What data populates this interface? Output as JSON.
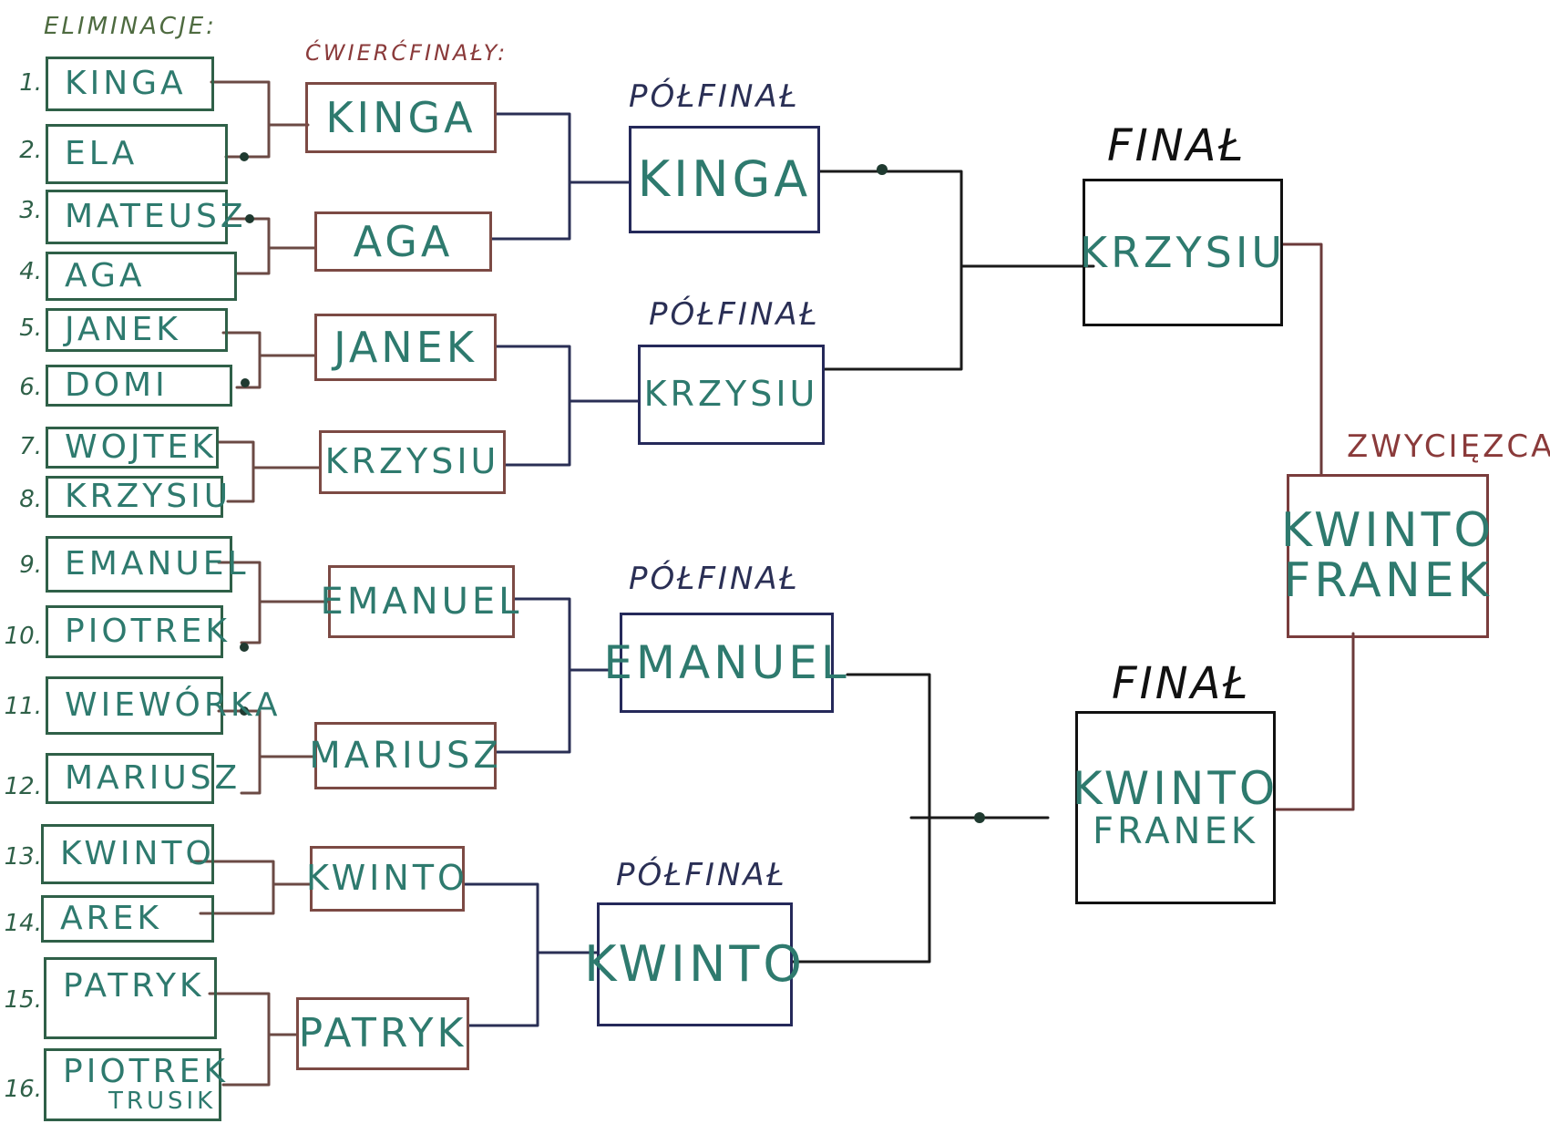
{
  "headers": {
    "eliminations": "ELIMINACJE:",
    "quarterfinals": "ĆWIERĆFINAŁY:",
    "semifinal_1": "PÓŁFINAŁ",
    "semifinal_2": "PÓŁFINAŁ",
    "semifinal_3": "PÓŁFINAŁ",
    "semifinal_4": "PÓŁFINAŁ",
    "final_1": "FINAŁ",
    "final_2": "FINAŁ",
    "winner": "ZWYCIĘZCA"
  },
  "eliminations": [
    {
      "num": "1.",
      "name": "KINGA"
    },
    {
      "num": "2.",
      "name": "ELA"
    },
    {
      "num": "3.",
      "name": "MATEUSZ"
    },
    {
      "num": "4.",
      "name": "AGA"
    },
    {
      "num": "5.",
      "name": "JANEK"
    },
    {
      "num": "6.",
      "name": "DOMI"
    },
    {
      "num": "7.",
      "name": "WOJTEK"
    },
    {
      "num": "8.",
      "name": "KRZYSIU"
    },
    {
      "num": "9.",
      "name": "EMANUEL"
    },
    {
      "num": "10.",
      "name": "PIOTREK"
    },
    {
      "num": "11.",
      "name": "WIEWÓRKA"
    },
    {
      "num": "12.",
      "name": "MARIUSZ"
    },
    {
      "num": "13.",
      "name": "KWINTO"
    },
    {
      "num": "14.",
      "name": "AREK"
    },
    {
      "num": "15.",
      "name": "PATRYK"
    },
    {
      "num": "16.",
      "name": "PIOTREK",
      "name2": "TRUSIK"
    }
  ],
  "quarterfinals": [
    "KINGA",
    "AGA",
    "JANEK",
    "KRZYSIU",
    "EMANUEL",
    "MARIUSZ",
    "KWINTO",
    "PATRYK"
  ],
  "semifinals": [
    "KINGA",
    "KRZYSIU",
    "EMANUEL",
    "KWINTO"
  ],
  "finals": [
    {
      "line1": "KRZYSIU",
      "line2": ""
    },
    {
      "line1": "KWINTO",
      "line2": "FRANEK"
    }
  ],
  "winner": {
    "line1": "KWINTO",
    "line2": "FRANEK"
  },
  "colors": {
    "elim_border": "#2f6048",
    "quarter_border": "#7c4a44",
    "semi_border": "#25295a",
    "final_border": "#111111",
    "winner_border": "#7a3d3d",
    "name_text": "#2e7a6e"
  }
}
